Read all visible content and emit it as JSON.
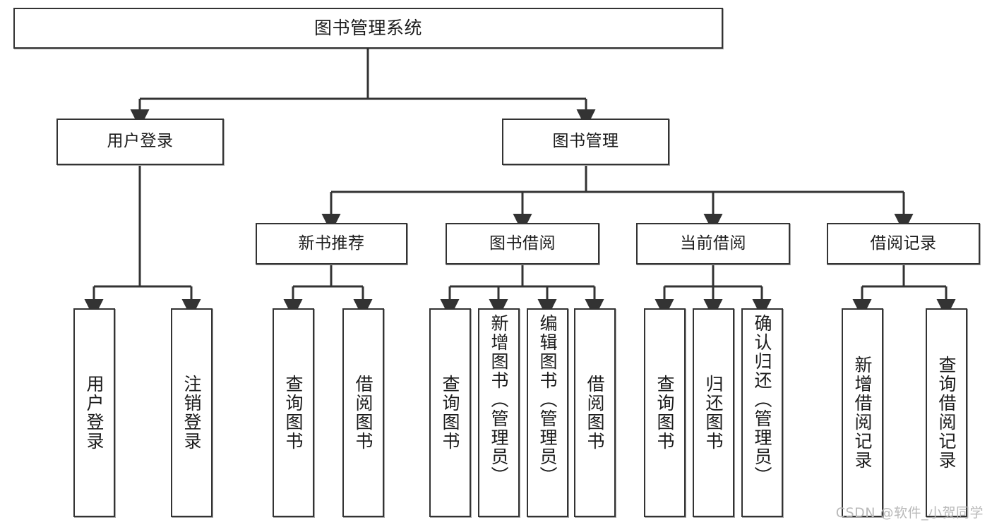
{
  "diagram": {
    "type": "tree-hierarchy-chart",
    "title": "图书管理系统",
    "watermark": "CSDN @软件_小贺同学",
    "colors": {
      "box_border": "#333333",
      "box_fill": "#ffffff",
      "connector": "#333333",
      "text": "#1b1b1b",
      "watermark": "#b9b9b9"
    },
    "levels": {
      "root": {
        "label": "图书管理系统"
      },
      "level2": [
        {
          "label": "用户登录"
        },
        {
          "label": "图书管理"
        }
      ],
      "level3": [
        {
          "label": "新书推荐"
        },
        {
          "label": "图书借阅"
        },
        {
          "label": "当前借阅"
        },
        {
          "label": "借阅记录"
        }
      ],
      "leaves": {
        "user_login": [
          {
            "label": "用户登录"
          },
          {
            "label": "注销登录"
          }
        ],
        "new_book_recommend": [
          {
            "label": "查询图书"
          },
          {
            "label": "借阅图书"
          }
        ],
        "book_borrow": [
          {
            "label": "查询图书"
          },
          {
            "label": "新增图书（管理员）"
          },
          {
            "label": "编辑图书（管理员）"
          },
          {
            "label": "借阅图书"
          }
        ],
        "current_borrow": [
          {
            "label": "查询图书"
          },
          {
            "label": "归还图书"
          },
          {
            "label": "确认归还（管理员）"
          }
        ],
        "borrow_record": [
          {
            "label": "新增借阅记录"
          },
          {
            "label": "查询借阅记录"
          }
        ]
      }
    }
  }
}
